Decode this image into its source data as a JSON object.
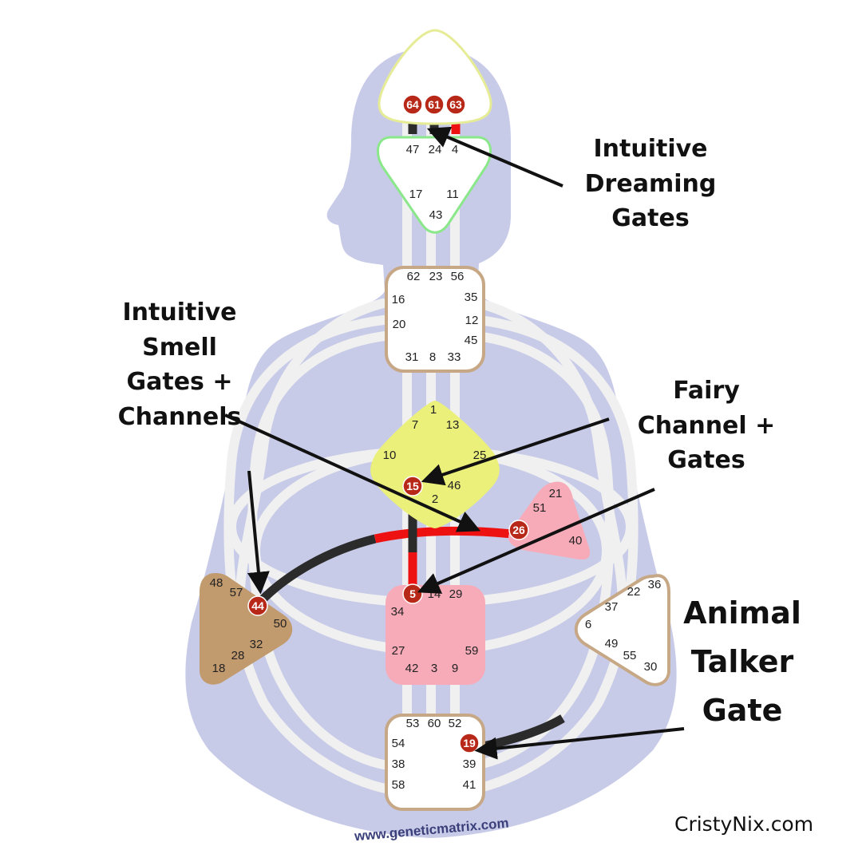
{
  "watermark": "www.geneticmatrix.com",
  "credit": "CristyNix.com",
  "annotations": {
    "dreaming": [
      "Intuitive",
      "Dreaming",
      "Gates"
    ],
    "smell": [
      "Intuitive",
      "Smell",
      "Gates +",
      "Channels"
    ],
    "fairy": [
      "Fairy",
      "Channel +",
      "Gates"
    ],
    "animal": [
      "Animal",
      "Talker",
      "Gate"
    ]
  },
  "colors": {
    "body_silhouette": "#c8cbe8",
    "channel_path": "#f0f0f0",
    "active_red": "#ee1111",
    "active_black": "#2b2b2b",
    "gate_marker": "#b82818",
    "head_outline": "#e6ec96",
    "ajna_outline": "#8ae88a",
    "throat_outline": "#c7a886",
    "g_center_fill": "#ebf07a",
    "ego_fill": "#f7abb8",
    "spleen_fill": "#c19a6e",
    "sacral_fill": "#f7abb8",
    "solar_plexus_outline": "#c7a886",
    "root_outline": "#c7a886"
  },
  "centers": {
    "head": {
      "gates": [
        "64",
        "61",
        "63"
      ],
      "active": [
        "64",
        "61",
        "63"
      ]
    },
    "ajna": {
      "gates": [
        "47",
        "24",
        "4",
        "17",
        "11",
        "43"
      ],
      "active": []
    },
    "throat": {
      "gates": [
        "62",
        "23",
        "56",
        "16",
        "35",
        "20",
        "12",
        "45",
        "31",
        "8",
        "33"
      ],
      "active": []
    },
    "g": {
      "gates": [
        "1",
        "7",
        "13",
        "10",
        "25",
        "15",
        "46",
        "2"
      ],
      "active": [
        "15"
      ]
    },
    "ego": {
      "gates": [
        "21",
        "51",
        "26",
        "40"
      ],
      "active": [
        "26"
      ]
    },
    "spleen": {
      "gates": [
        "48",
        "57",
        "44",
        "50",
        "32",
        "28",
        "18"
      ],
      "active": [
        "44"
      ]
    },
    "sacral": {
      "gates": [
        "5",
        "14",
        "29",
        "34",
        "27",
        "59",
        "42",
        "3",
        "9"
      ],
      "active": [
        "5"
      ]
    },
    "solar_plexus": {
      "gates": [
        "36",
        "22",
        "37",
        "6",
        "49",
        "55",
        "30"
      ],
      "active": []
    },
    "root": {
      "gates": [
        "53",
        "60",
        "52",
        "54",
        "19",
        "38",
        "39",
        "58",
        "41"
      ],
      "active": [
        "19"
      ]
    }
  }
}
